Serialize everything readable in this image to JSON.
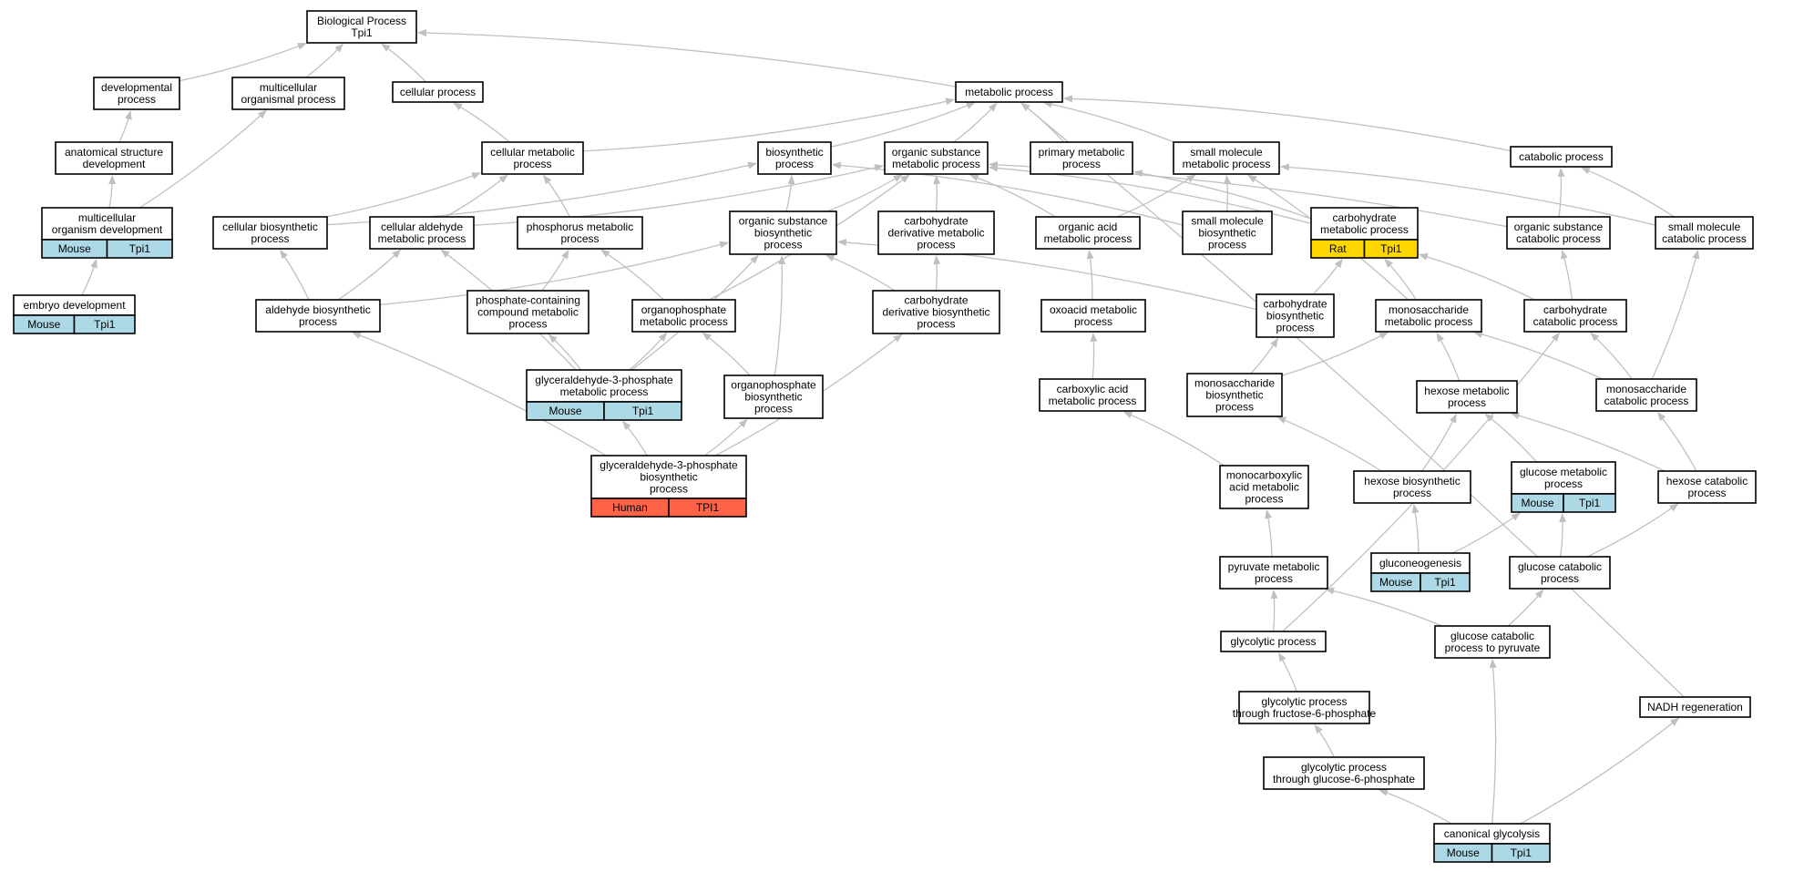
{
  "colors": {
    "edge": "#c0c0c0",
    "mouse": "#add8e6",
    "human": "#ff6347",
    "rat": "#ffd700"
  },
  "nodes": {
    "bp": {
      "lines": [
        "Biological Process",
        "Tpi1"
      ]
    },
    "dev": {
      "lines": [
        "developmental",
        "process"
      ]
    },
    "mop": {
      "lines": [
        "multicellular",
        "organismal process"
      ]
    },
    "cp": {
      "lines": [
        "cellular process"
      ]
    },
    "metp": {
      "lines": [
        "metabolic process"
      ]
    },
    "asd": {
      "lines": [
        "anatomical structure",
        "development"
      ]
    },
    "cmp": {
      "lines": [
        "cellular metabolic",
        "process"
      ]
    },
    "bio": {
      "lines": [
        "biosynthetic",
        "process"
      ]
    },
    "osmp": {
      "lines": [
        "organic substance",
        "metabolic process"
      ]
    },
    "pmp": {
      "lines": [
        "primary metabolic",
        "process"
      ]
    },
    "smmp": {
      "lines": [
        "small molecule",
        "metabolic process"
      ]
    },
    "catp": {
      "lines": [
        "catabolic process"
      ]
    },
    "mod": {
      "lines": [
        "multicellular",
        "organism development"
      ],
      "annotation": [
        "Mouse",
        "Tpi1"
      ]
    },
    "cbp": {
      "lines": [
        "cellular biosynthetic",
        "process"
      ]
    },
    "camp": {
      "lines": [
        "cellular aldehyde",
        "metabolic process"
      ]
    },
    "phmp": {
      "lines": [
        "phosphorus metabolic",
        "process"
      ]
    },
    "osbp": {
      "lines": [
        "organic substance",
        "biosynthetic",
        "process"
      ]
    },
    "cdmp": {
      "lines": [
        "carbohydrate",
        "derivative metabolic",
        "process"
      ]
    },
    "oamp": {
      "lines": [
        "organic acid",
        "metabolic process"
      ]
    },
    "smbp": {
      "lines": [
        "small molecule",
        "biosynthetic",
        "process"
      ]
    },
    "chmp": {
      "lines": [
        "carbohydrate",
        "metabolic process"
      ],
      "annotation": [
        "Rat",
        "Tpi1"
      ]
    },
    "oscp": {
      "lines": [
        "organic substance",
        "catabolic process"
      ]
    },
    "smcp": {
      "lines": [
        "small molecule",
        "catabolic process"
      ]
    },
    "emb": {
      "lines": [
        "embryo development"
      ],
      "annotation": [
        "Mouse",
        "Tpi1"
      ]
    },
    "abp": {
      "lines": [
        "aldehyde biosynthetic",
        "process"
      ]
    },
    "pccmp": {
      "lines": [
        "phosphate-containing",
        "compound metabolic",
        "process"
      ]
    },
    "opmp": {
      "lines": [
        "organophosphate",
        "metabolic process"
      ]
    },
    "cdbp": {
      "lines": [
        "carbohydrate",
        "derivative biosynthetic",
        "process"
      ]
    },
    "oxmp": {
      "lines": [
        "oxoacid metabolic",
        "process"
      ]
    },
    "chbp": {
      "lines": [
        "carbohydrate",
        "biosynthetic",
        "process"
      ]
    },
    "msmp": {
      "lines": [
        "monosaccharide",
        "metabolic process"
      ]
    },
    "chcp": {
      "lines": [
        "carbohydrate",
        "catabolic process"
      ]
    },
    "g3pmp": {
      "lines": [
        "glyceraldehyde-3-phosphate",
        "metabolic process"
      ],
      "annotation": [
        "Mouse",
        "Tpi1"
      ]
    },
    "opbp": {
      "lines": [
        "organophosphate",
        "biosynthetic",
        "process"
      ]
    },
    "camp2": {
      "lines": [
        "carboxylic acid",
        "metabolic process"
      ]
    },
    "msbp": {
      "lines": [
        "monosaccharide",
        "biosynthetic",
        "process"
      ]
    },
    "hmp": {
      "lines": [
        "hexose metabolic",
        "process"
      ]
    },
    "mscp": {
      "lines": [
        "monosaccharide",
        "catabolic process"
      ]
    },
    "g3pbp": {
      "lines": [
        "glyceraldehyde-3-phosphate",
        "biosynthetic",
        "process"
      ],
      "annotation": [
        "Human",
        "TPI1"
      ]
    },
    "mcamp": {
      "lines": [
        "monocarboxylic",
        "acid metabolic",
        "process"
      ]
    },
    "hbp": {
      "lines": [
        "hexose biosynthetic",
        "process"
      ]
    },
    "gmp": {
      "lines": [
        "glucose metabolic",
        "process"
      ],
      "annotation": [
        "Mouse",
        "Tpi1"
      ]
    },
    "hcp": {
      "lines": [
        "hexose catabolic",
        "process"
      ]
    },
    "pymp": {
      "lines": [
        "pyruvate metabolic",
        "process"
      ]
    },
    "gng": {
      "lines": [
        "gluconeogenesis"
      ],
      "annotation": [
        "Mouse",
        "Tpi1"
      ]
    },
    "gcp": {
      "lines": [
        "glucose catabolic",
        "process"
      ]
    },
    "glyp": {
      "lines": [
        "glycolytic process"
      ]
    },
    "gcpp": {
      "lines": [
        "glucose catabolic",
        "process to pyruvate"
      ]
    },
    "gpf6": {
      "lines": [
        "glycolytic process",
        "through fructose-6-phosphate"
      ]
    },
    "nadh": {
      "lines": [
        "NADH regeneration"
      ]
    },
    "gpg6": {
      "lines": [
        "glycolytic process",
        "through glucose-6-phosphate"
      ]
    },
    "cg": {
      "lines": [
        "canonical glycolysis"
      ],
      "annotation": [
        "Mouse",
        "Tpi1"
      ]
    }
  }
}
